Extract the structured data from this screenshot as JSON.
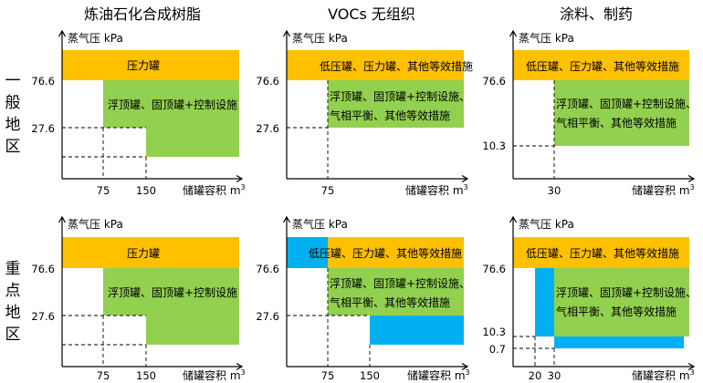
{
  "columns": [
    "炼油石化合成树脂",
    "VOCs 无组织",
    "涂料、制药"
  ],
  "rows": [
    [
      "一",
      "般",
      "地",
      "区"
    ],
    [
      "重",
      "点",
      "地",
      "区"
    ]
  ],
  "axis": {
    "y_title": "蒸气压 kPa",
    "x_title": "储罐容积 m",
    "x_title_sup": "3"
  },
  "colors": {
    "pressure_tank": "#FFC000",
    "floating_fixed_roof": "#92D050",
    "other": "#00B0F0"
  },
  "panels": [
    {
      "id": "refining-general",
      "y_ticks": [
        "76.6",
        "27.6"
      ],
      "x_ticks": [
        "75",
        "150"
      ],
      "zones": [
        {
          "type": "pressure_tank",
          "label": "压力罐"
        },
        {
          "type": "floating_fixed_roof",
          "label": "浮顶罐、固顶罐+控制设施"
        }
      ]
    },
    {
      "id": "vocs-general",
      "y_ticks": [
        "76.6",
        "27.6"
      ],
      "x_ticks": [
        "75"
      ],
      "zones": [
        {
          "type": "pressure_tank",
          "label": "低压罐、压力罐、其他等效措施"
        },
        {
          "type": "floating_fixed_roof",
          "label": "浮顶罐、固顶罐+控制设施、\n气相平衡、其他等效措施"
        }
      ]
    },
    {
      "id": "coating-general",
      "y_ticks": [
        "76.6",
        "10.3"
      ],
      "x_ticks": [
        "30"
      ],
      "zones": [
        {
          "type": "pressure_tank",
          "label": "低压罐、压力罐、其他等效措施"
        },
        {
          "type": "floating_fixed_roof",
          "label": "浮顶罐、固顶罐+控制设施、\n气相平衡、其他等效措施"
        }
      ]
    },
    {
      "id": "refining-key",
      "y_ticks": [
        "76.6",
        "27.6"
      ],
      "x_ticks": [
        "75",
        "150"
      ],
      "zones": [
        {
          "type": "pressure_tank",
          "label": "压力罐"
        },
        {
          "type": "floating_fixed_roof",
          "label": "浮顶罐、固顶罐+控制设施"
        }
      ]
    },
    {
      "id": "vocs-key",
      "y_ticks": [
        "76.6",
        "27.6"
      ],
      "x_ticks": [
        "75",
        "150"
      ],
      "zones": [
        {
          "type": "pressure_tank",
          "label": "低压罐、压力罐、其他等效措施"
        },
        {
          "type": "floating_fixed_roof",
          "label": "浮顶罐、固顶罐+控制设施、\n气相平衡、其他等效措施"
        }
      ]
    },
    {
      "id": "coating-key",
      "y_ticks": [
        "76.6",
        "10.3",
        "0.7"
      ],
      "x_ticks": [
        "20",
        "30"
      ],
      "zones": [
        {
          "type": "pressure_tank",
          "label": "低压罐、压力罐、其他等效措施"
        },
        {
          "type": "floating_fixed_roof",
          "label": "浮顶罐、固顶罐+控制设施、\n气相平衡、其他等效措施"
        }
      ]
    }
  ]
}
